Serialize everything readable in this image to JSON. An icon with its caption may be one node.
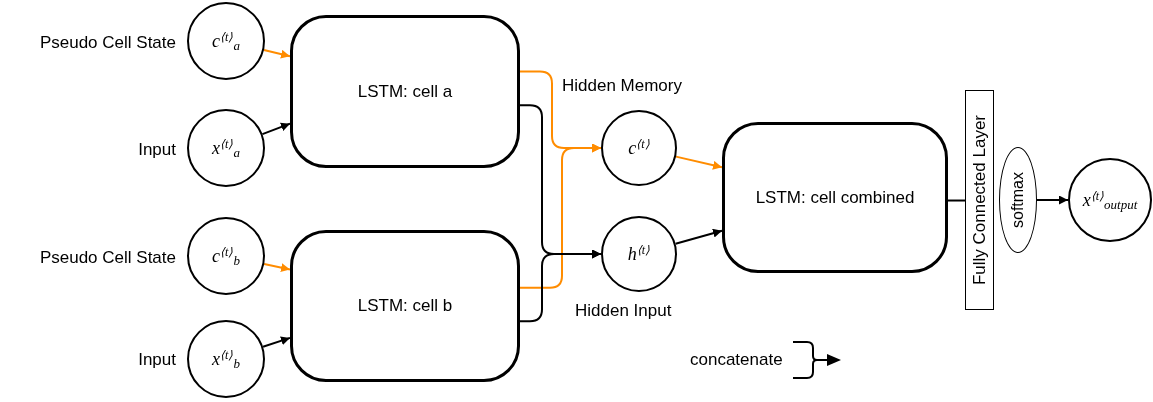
{
  "diagram": {
    "nodes": [
      {
        "text": [
          "c$^{⟨t⟩}$$_{a}$"
        ],
        "beside": [
          "Pseudo Cell State"
        ]
      },
      {
        "text": [
          "x$^{⟨t⟩}$$_{a}$"
        ],
        "beside": [
          "Input"
        ]
      },
      {
        "text": [
          "c$^{⟨t⟩}$$_{b}$"
        ],
        "beside": [
          "Pseudo Cell State"
        ]
      },
      {
        "text": [
          "x$^{⟨t⟩}$$_{b}$"
        ],
        "beside": [
          "Input"
        ]
      },
      {
        "text": [
          "LSTM: cell a"
        ]
      },
      {
        "text": [
          "LSTM: cell b"
        ]
      },
      {
        "text": [
          "c$^{⟨t⟩}$"
        ],
        "beside": [
          "Hidden Memory"
        ]
      },
      {
        "text": [
          "h$^{⟨t⟩}$"
        ],
        "beside": [
          "Hidden Input"
        ]
      },
      {
        "text": [
          "LSTM: cell combined"
        ]
      },
      {
        "text": [
          "Fully Connected Layer"
        ]
      },
      {
        "text": [
          "softmax"
        ]
      },
      {
        "text": [
          "x$^{⟨t⟩}$$_{output}$"
        ]
      }
    ],
    "edges": [
      {
        "from": 0,
        "to": 4,
        "arrow": "to",
        "color": "#ff8c00"
      },
      {
        "from": 1,
        "to": 4,
        "arrow": "to"
      },
      {
        "from": 2,
        "to": 5,
        "arrow": "to",
        "color": "#ff8c00"
      },
      {
        "from": 3,
        "to": 5,
        "arrow": "to"
      },
      {
        "from": 4,
        "to": 6,
        "arrow": "to",
        "color": "#ff8c00"
      },
      {
        "from": 5,
        "to": 6,
        "arrow": "to",
        "color": "#ff8c00"
      },
      {
        "from": 4,
        "to": 7,
        "arrow": "to"
      },
      {
        "from": 5,
        "to": 7,
        "arrow": "to"
      },
      {
        "from": 6,
        "to": 8,
        "arrow": "to",
        "color": "#ff8c00"
      },
      {
        "from": 7,
        "to": 8,
        "arrow": "to"
      },
      {
        "from": 8,
        "to": 9,
        "arrow": "none"
      },
      {
        "from": 10,
        "to": 11,
        "arrow": "to"
      }
    ],
    "legend": [
      {
        "text": "concatenate"
      }
    ]
  }
}
